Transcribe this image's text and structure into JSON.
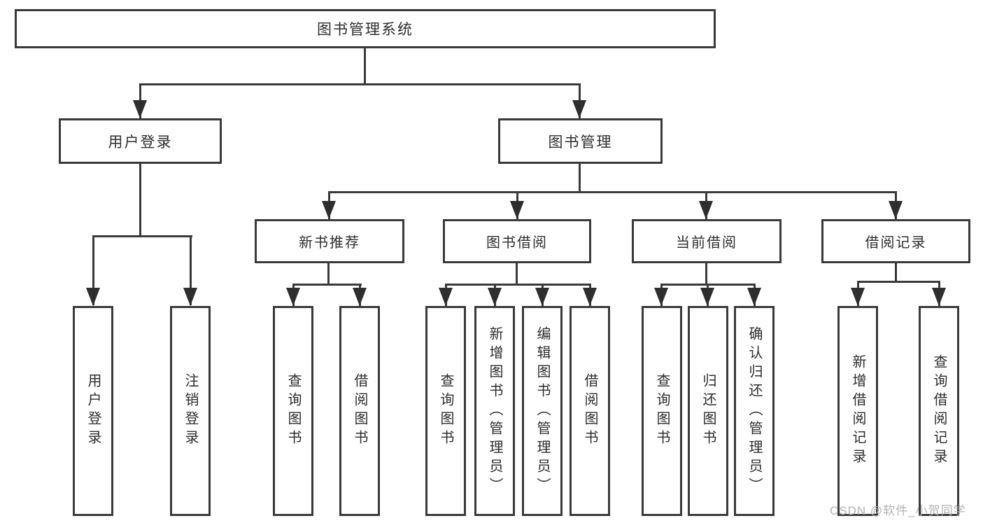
{
  "diagram": {
    "root": {
      "label": "图书管理系统"
    },
    "nodes": [
      {
        "label": "用户登录",
        "children": [
          "用户登录",
          "注销登录"
        ]
      },
      {
        "label": "图书管理",
        "children": [
          {
            "label": "新书推荐",
            "children": [
              "查询图书",
              "借阅图书"
            ]
          },
          {
            "label": "图书借阅",
            "children": [
              "查询图书",
              "新增图书（管理员）",
              "编辑图书（管理员）",
              "借阅图书"
            ]
          },
          {
            "label": "当前借阅",
            "children": [
              "查询图书",
              "归还图书",
              "确认归还（管理员）"
            ]
          },
          {
            "label": "借阅记录",
            "children": [
              "新增借阅记录",
              "查询借阅记录"
            ]
          }
        ]
      }
    ]
  },
  "colors": {
    "line": "#3a3a3a",
    "text": "#2d2d2d",
    "watermark_text": "#b3b3b3",
    "background": "#ffffff"
  },
  "watermark": "CSDN @软件_小贺同学"
}
